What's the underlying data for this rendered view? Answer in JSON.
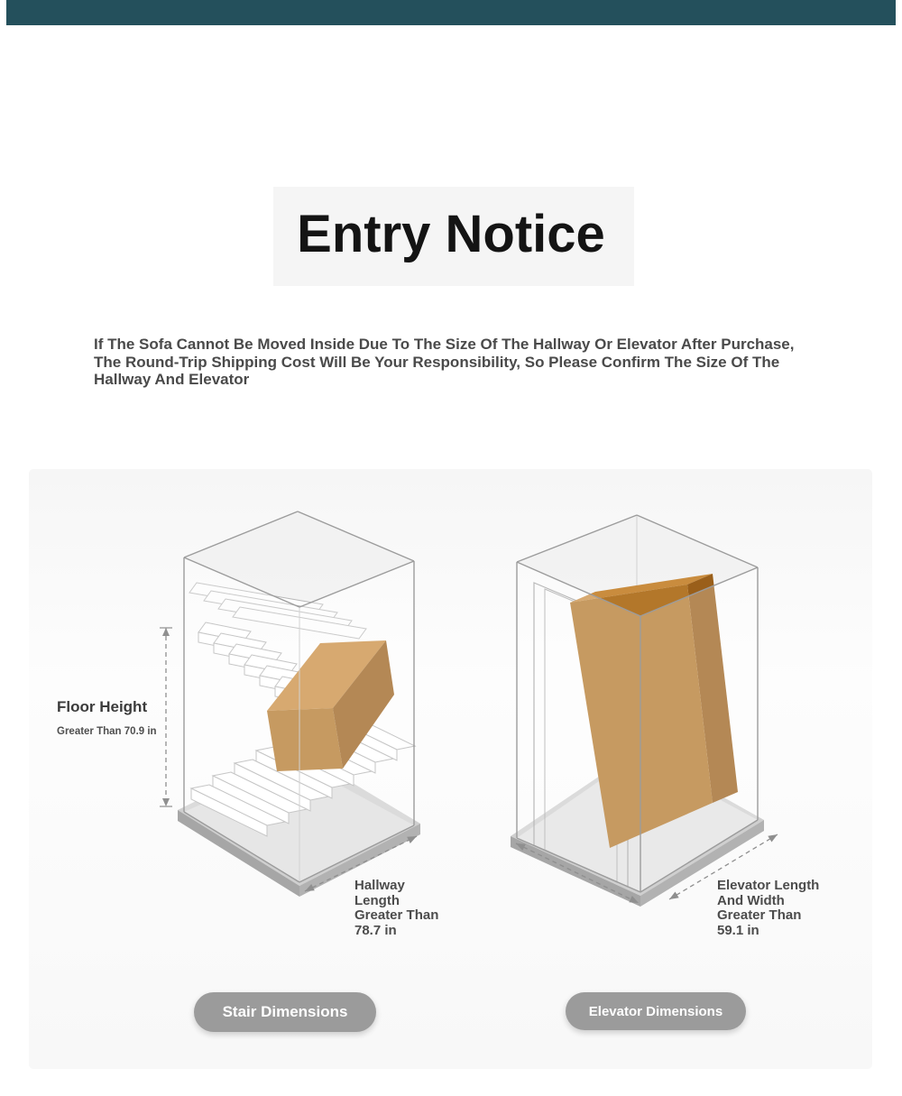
{
  "top_bar": {
    "color": "#24505c"
  },
  "header": {
    "title": "Entry Notice"
  },
  "notice": {
    "text": "If The Sofa Cannot Be Moved Inside Due To The Size Of The Hallway Or Elevator After Purchase, The Round-Trip Shipping Cost Will Be Your Responsibility, So Please Confirm The Size Of The Hallway And Elevator"
  },
  "stairs": {
    "floor_height_label": "Floor Height",
    "floor_height_value": "Greater Than 70.9 in",
    "hallway_lines": [
      "Hallway",
      "Length",
      "Greater Than",
      "78.7 in"
    ],
    "button_label": "Stair Dimensions"
  },
  "elevator": {
    "label_lines": [
      "Elevator Length",
      "And Width",
      "Greater Than",
      "59.1 in"
    ],
    "button_label": "Elevator Dimensions"
  },
  "colors": {
    "top_bar": "#24505c",
    "package_top": "#c98c3e",
    "package_front": "#b3772a",
    "package_side": "#9a5f1a",
    "button_bg": "#9b9b9b",
    "button_text": "#ffffff",
    "wireframe": "#9c9c9c"
  }
}
